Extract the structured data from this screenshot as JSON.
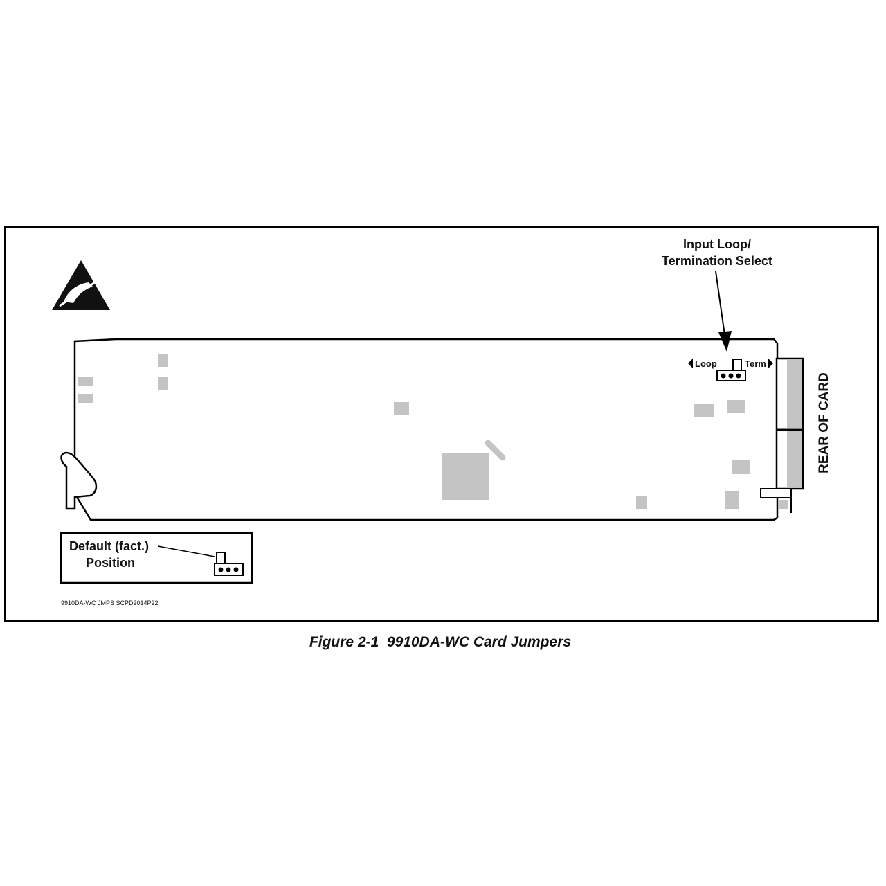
{
  "callout": {
    "line1": "Input Loop/",
    "line2": "Termination Select"
  },
  "jumper": {
    "loop_label": "Loop",
    "term_label": "Term"
  },
  "rear_label": "REAR OF CARD",
  "legend": {
    "line1": "Default (fact.)",
    "line2": "Position"
  },
  "drawing_id": "9910DA-WC JMPS SCPD2014P22",
  "caption": "Figure 2-1  9910DA-WC Card Jumpers",
  "icons": {
    "esd_warning": "esd-warning-icon"
  },
  "colors": {
    "component_gray": "#c4c4c4",
    "line": "#000000"
  }
}
